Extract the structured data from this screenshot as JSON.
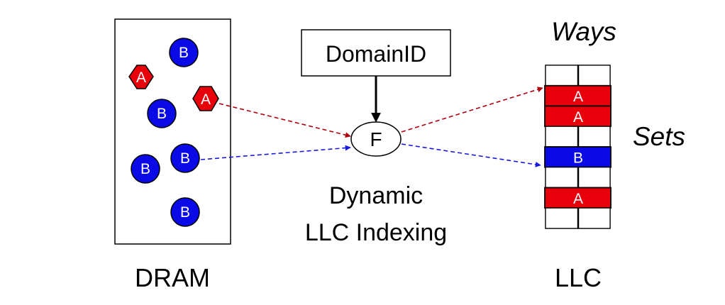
{
  "dram": {
    "label": "DRAM",
    "items": [
      {
        "type": "B",
        "shape": "circle"
      },
      {
        "type": "A",
        "shape": "hexagon"
      },
      {
        "type": "A",
        "shape": "hexagon"
      },
      {
        "type": "B",
        "shape": "circle"
      },
      {
        "type": "B",
        "shape": "circle"
      },
      {
        "type": "B",
        "shape": "circle"
      },
      {
        "type": "B",
        "shape": "circle"
      }
    ]
  },
  "domain_box": {
    "label": "DomainID"
  },
  "function_node": {
    "label": "F"
  },
  "indexing": {
    "line1": "Dynamic",
    "line2": "LLC Indexing"
  },
  "llc": {
    "label": "LLC",
    "ways_label": "Ways",
    "sets_label": "Sets",
    "rows": [
      "",
      "A",
      "A",
      "",
      "B",
      "",
      "A",
      ""
    ]
  },
  "colors": {
    "domain_a": "#e8000b",
    "domain_b": "#0a0ae6",
    "arrow_a": "#b00010",
    "arrow_b": "#1a1adf",
    "outline": "#000000"
  }
}
